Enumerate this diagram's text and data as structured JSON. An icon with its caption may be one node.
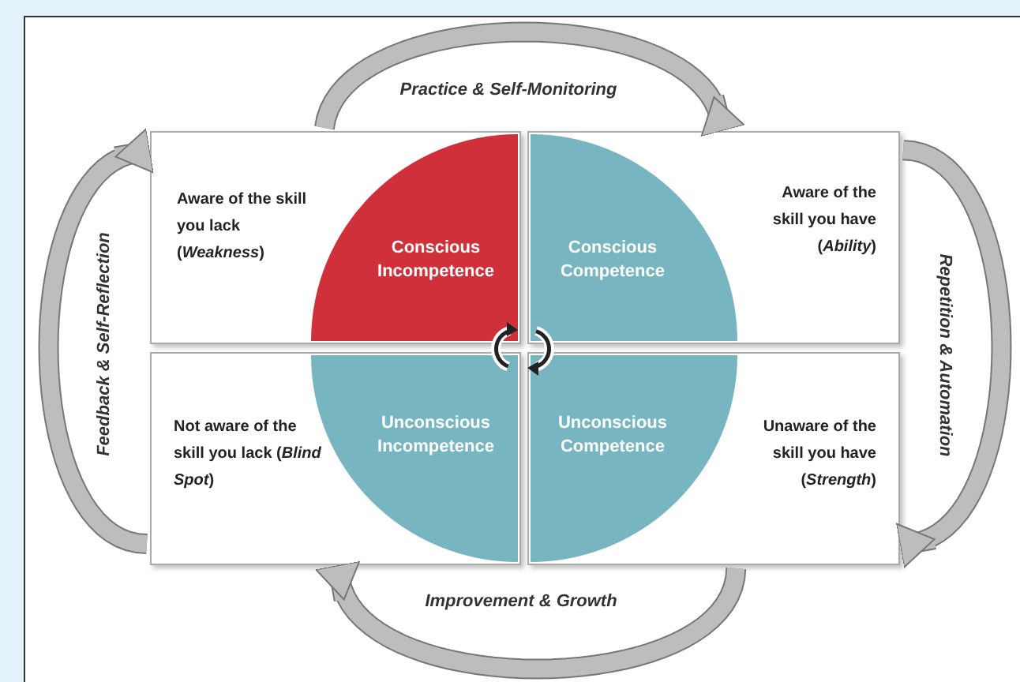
{
  "diagram": {
    "nodes": [
      {
        "text": [
          "Aware of the skill you lack (*Weakness*)"
        ]
      },
      {
        "text": [
          "Conscious Incompetence"
        ],
        "in": 0
      },
      {
        "text": [
          "Aware of the skill you have (*Ability*)"
        ]
      },
      {
        "text": [
          "Conscious Competence"
        ],
        "in": 2
      },
      {
        "text": [
          "Not aware of the skill you lack (*Blind Spot*)"
        ]
      },
      {
        "text": [
          "Unconscious Incompetence"
        ],
        "in": 4
      },
      {
        "text": [
          "Unaware of the skill you have (*Strength*)"
        ]
      },
      {
        "text": [
          "Unconscious Competence"
        ],
        "in": 6
      }
    ],
    "edges": [
      {
        "from": 0,
        "to": 2,
        "arrow": "to",
        "label": "Practice & Self-Monitoring"
      },
      {
        "from": 2,
        "to": 6,
        "arrow": "to",
        "label": "Repetition & Automation"
      },
      {
        "from": 6,
        "to": 4,
        "arrow": "to",
        "label": "Improvement & Growth"
      },
      {
        "from": 4,
        "to": 0,
        "arrow": "to",
        "label": "Feedback & Self-Reflection"
      }
    ]
  }
}
